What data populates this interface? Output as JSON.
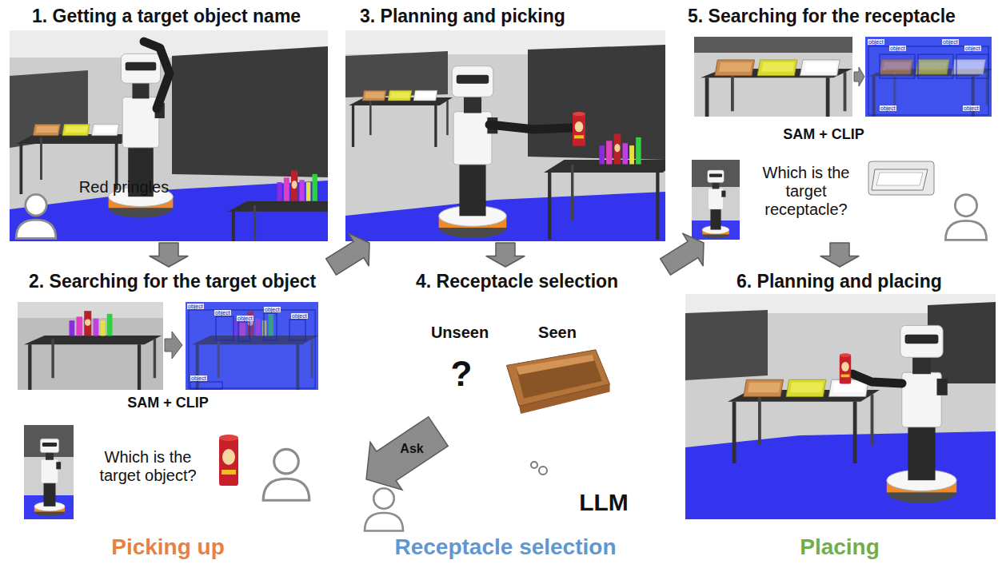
{
  "diagram": {
    "nodes": [
      {
        "text": [
          "Picking up"
        ]
      },
      {
        "text": [
          "1. Getting a target object name"
        ],
        "in": 0
      },
      {
        "text": [
          "Red pringles"
        ],
        "in": 1
      },
      {
        "text": [
          "2. Searching for the target object"
        ],
        "in": 0
      },
      {
        "text": [
          "SAM + CLIP"
        ],
        "in": 3
      },
      {
        "text": [
          "Which is the target object?"
        ],
        "in": 3
      },
      {
        "text": [
          "3. Planning and picking"
        ],
        "in": 0
      },
      {
        "text": [
          "Receptacle selection"
        ]
      },
      {
        "text": [
          "4. Receptacle selection"
        ],
        "in": 7
      },
      {
        "text": [
          "Unseen",
          "Seen"
        ],
        "in": 8
      },
      {
        "text": [
          "?"
        ],
        "in": 9
      },
      {
        "text": [
          "LLM"
        ],
        "in": 8
      },
      {
        "text": [
          "Placing"
        ]
      },
      {
        "text": [
          "5. Searching for the receptacle"
        ],
        "in": 12
      },
      {
        "text": [
          "SAM + CLIP"
        ],
        "in": 13
      },
      {
        "text": [
          "Which is the target receptacle?"
        ],
        "in": 13
      },
      {
        "text": [
          "6. Planning and placing"
        ],
        "in": 12
      }
    ],
    "edges": [
      {
        "from": 1,
        "to": 3,
        "arrow": "to"
      },
      {
        "from": 3,
        "to": 6,
        "arrow": "to"
      },
      {
        "from": 6,
        "to": 8,
        "arrow": "to"
      },
      {
        "from": 8,
        "to": 13,
        "arrow": "to"
      },
      {
        "from": 13,
        "to": 16,
        "arrow": "to"
      }
    ],
    "labels": [
      "object",
      "object",
      "object",
      "object",
      "object",
      "object",
      "Ask",
      "object",
      "object",
      "object",
      "object",
      "object",
      "object"
    ]
  }
}
